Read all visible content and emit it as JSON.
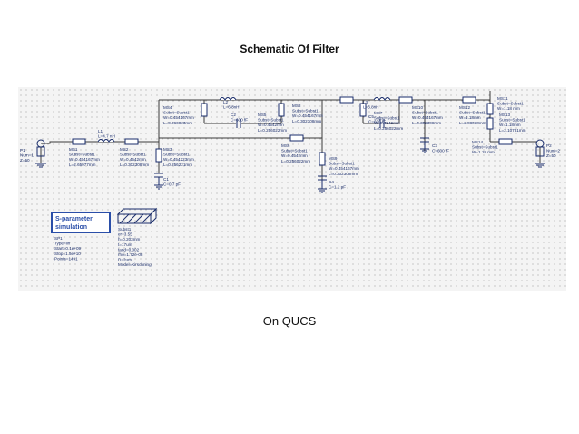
{
  "page": {
    "title": "Schematic Of Filter",
    "caption": "On QUCS"
  },
  "colors": {
    "wire": "#3a3a3a",
    "component": "#1a2d6b",
    "label": "#1a2d6b",
    "grid_bg": "#f4f4f4",
    "sim_box": "#2a4ea8"
  },
  "ports": {
    "p1": [
      "P1",
      "Num=1",
      "Z=50"
    ],
    "p2": [
      "P2",
      "Num=2",
      "Z=50"
    ]
  },
  "components": {
    "ms1": [
      "MS1",
      "Subst=Subst1",
      "W=0.454167mm",
      "L=2.65977mm"
    ],
    "l1": [
      "L1",
      "L=4.7 nH"
    ],
    "ms2": [
      "MS2",
      "Subst=Subst1",
      "W=0.4542mm",
      "L=0.302308mm"
    ],
    "ms3": [
      "MS3",
      "Subst=Subst1",
      "W=0.454223mm",
      "L=0.256221mm"
    ],
    "c1": [
      "C1",
      "C=0.7 pF"
    ],
    "ms4": [
      "MS4",
      "Subst=Subst1",
      "W=0.454167mm",
      "L=0.266023mm"
    ],
    "l2": [
      "L2",
      "L=6.8nH"
    ],
    "c2": [
      "C2",
      "C=600 fF"
    ],
    "ms5": [
      "MS5",
      "Subst=Subst1",
      "W=0.4542mm",
      "L=0.256022mm"
    ],
    "ms6": [
      "MS6",
      "Subst=Subst1",
      "W=0.4542mm",
      "L=0.256022mm"
    ],
    "ms8": [
      "MS8",
      "Subst=Subst1",
      "W=0.454167mm",
      "L=0.302308mm"
    ],
    "ms9": [
      "MS9",
      "Subst=Subst1",
      "W=0.454167mm",
      "L=0.302308mm"
    ],
    "c4": [
      "C4",
      "C=1.2 pF"
    ],
    "l3": [
      "L3",
      "L=6.8nH"
    ],
    "c5": [
      "C5",
      "C=600 fF"
    ],
    "ms7": [
      "MS7",
      "Subst=Subst1",
      "W=0.4542mm",
      "L=0.256022mm"
    ],
    "ms10": [
      "MS10",
      "Subst=Subst1",
      "W=0.454167mm",
      "L=0.302308mm"
    ],
    "c3": [
      "C3",
      "C=600 fF"
    ],
    "ms11": [
      "MS11",
      "Subst=Subst1",
      "W=1.18 mm"
    ],
    "ms12": [
      "MS12",
      "Subst=Subst1",
      "W=1.18mm",
      "L=2.08038mm"
    ],
    "ms13": [
      "MS13",
      "Subst=Subst1",
      "W=1.18mm",
      "L=2.10781mm"
    ],
    "ms14": [
      "MS14",
      "Subst=Subst1",
      "W=1.18 mm"
    ]
  },
  "simulation": {
    "title_line1": "S-parameter",
    "title_line2": "simulation",
    "params": [
      "SP1",
      "Type=lin",
      "Start=0.1e+09",
      "Stop=1.5e+10",
      "Points=1491"
    ]
  },
  "substrate": {
    "params": [
      "Subst1",
      "er=3.55",
      "h=0.203mm",
      "t=17um",
      "tand=0.002",
      "rho=1.72e-08",
      "D=2um",
      "Model=Kirschning"
    ]
  }
}
